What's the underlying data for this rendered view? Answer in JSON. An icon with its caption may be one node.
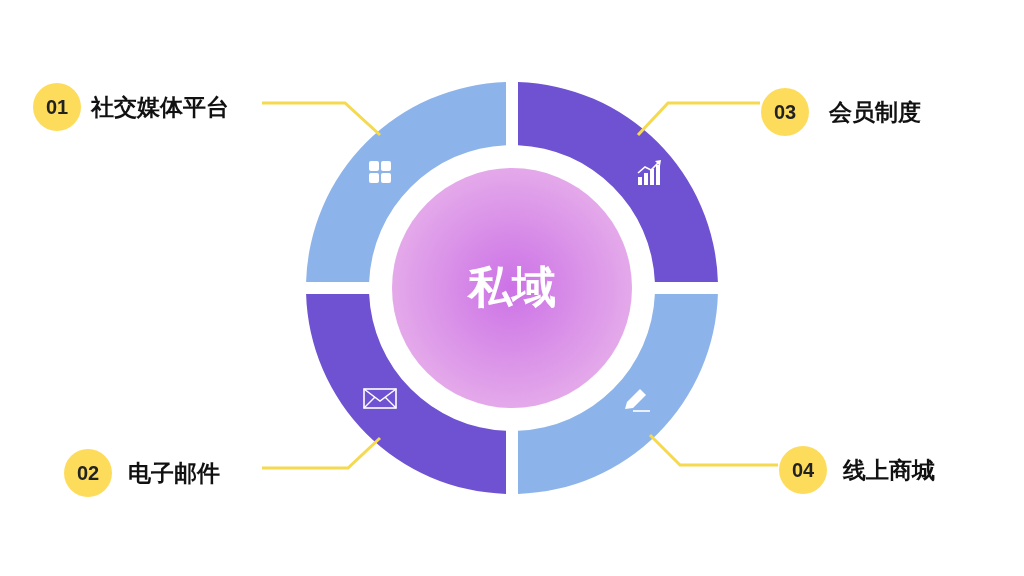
{
  "diagram": {
    "nodes": [
      {
        "text": [
          "01",
          "社交媒体平台"
        ]
      },
      {
        "text": [],
        "shape": "arc"
      },
      {
        "text": [],
        "shape": "arc"
      },
      {
        "text": [
          "03",
          "会员制度"
        ]
      },
      {
        "text": [
          "私域"
        ]
      },
      {
        "text": [],
        "shape": "arc"
      },
      {
        "text": [],
        "shape": "arc"
      },
      {
        "text": [
          "02",
          "电子邮件"
        ]
      },
      {
        "text": [
          "04",
          "线上商城"
        ]
      }
    ],
    "edges": [
      {
        "from": 0,
        "to": 1,
        "arrow": "none"
      },
      {
        "from": 3,
        "to": 2,
        "arrow": "none"
      },
      {
        "from": 7,
        "to": 5,
        "arrow": "none"
      },
      {
        "from": 8,
        "to": 6,
        "arrow": "none"
      }
    ]
  }
}
